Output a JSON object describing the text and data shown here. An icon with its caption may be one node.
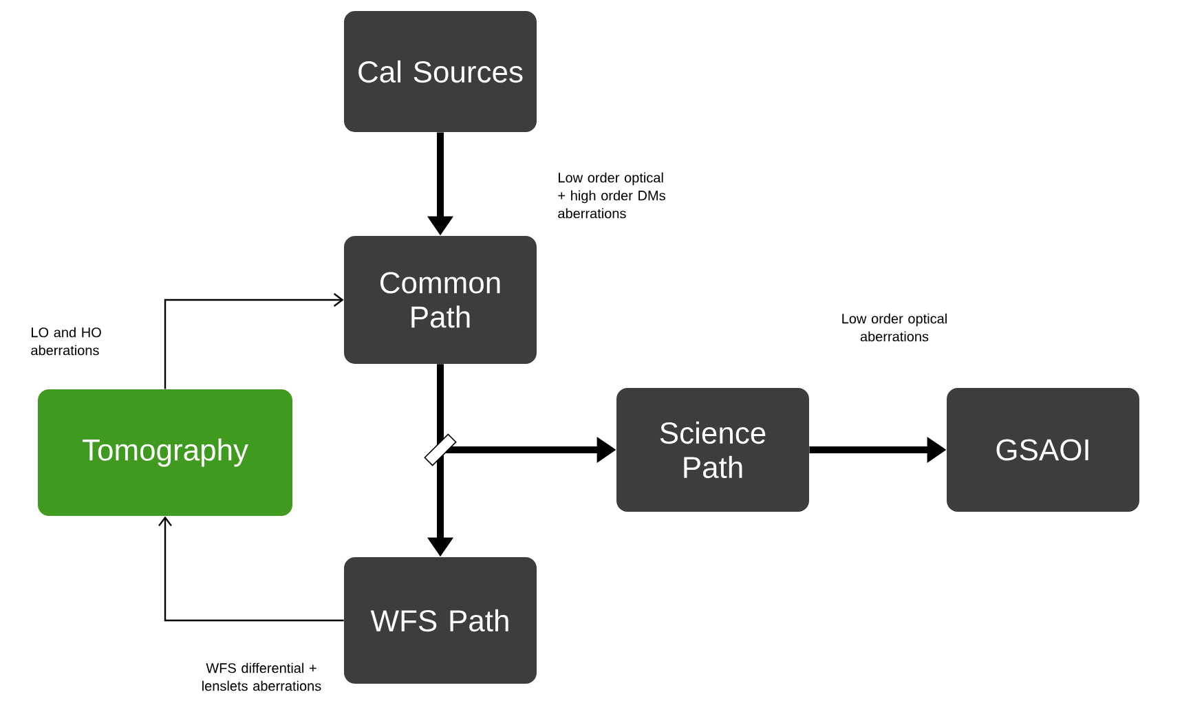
{
  "diagram": {
    "nodes": [
      {
        "text": [
          "Cal Sources"
        ]
      },
      {
        "text": [
          "Common Path"
        ]
      },
      {
        "text": [
          "Tomography"
        ]
      },
      {
        "text": [
          "Science Path"
        ]
      },
      {
        "text": [
          "GSAOI"
        ]
      },
      {
        "text": [
          "WFS Path"
        ]
      }
    ],
    "edges": [
      {
        "from": 0,
        "to": 1,
        "arrow": "to"
      },
      {
        "from": 1,
        "to": 5,
        "arrow": "to"
      },
      {
        "from": 1,
        "to": 3,
        "arrow": "to"
      },
      {
        "from": 3,
        "to": 4,
        "arrow": "to"
      },
      {
        "from": 5,
        "to": 2,
        "arrow": "to"
      },
      {
        "from": 2,
        "to": 1,
        "arrow": "to"
      }
    ],
    "labels": [
      "Low order optical + high order DMs aberrations",
      "Low order optical aberrations",
      "LO and HO aberrations",
      "WFS differential + lenslets aberrations"
    ]
  }
}
